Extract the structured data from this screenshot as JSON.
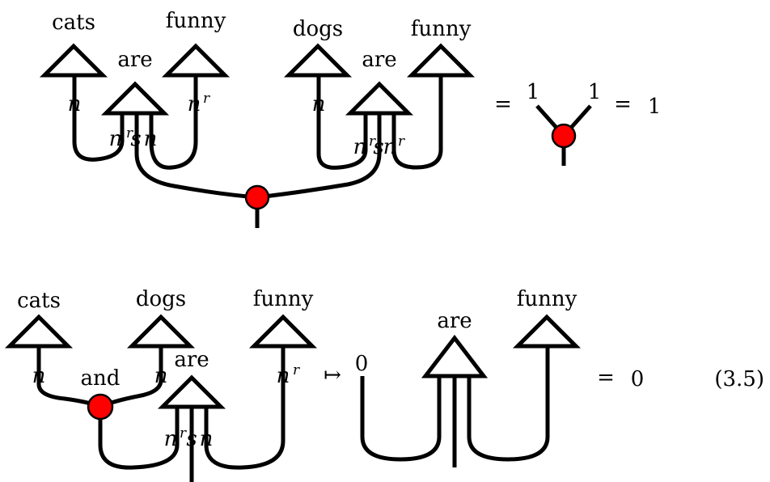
{
  "top": {
    "word_cats": "cats",
    "word_are_1": "are",
    "word_funny_1": "funny",
    "word_dogs": "dogs",
    "word_are_2": "are",
    "word_funny_2": "funny",
    "type_n": "n",
    "type_r": "r",
    "type_s": "s",
    "equals": "=",
    "one": "1",
    "result": "1"
  },
  "bottom": {
    "word_cats": "cats",
    "word_dogs": "dogs",
    "word_funny": "funny",
    "word_and": "and",
    "word_are": "are",
    "type_n": "n",
    "type_r": "r",
    "type_s": "s",
    "maps_to": "↦",
    "zero": "0",
    "rhs_word_are": "are",
    "rhs_word_funny": "funny",
    "equals": "=",
    "result": "0",
    "equation_number": "(3.5)"
  }
}
